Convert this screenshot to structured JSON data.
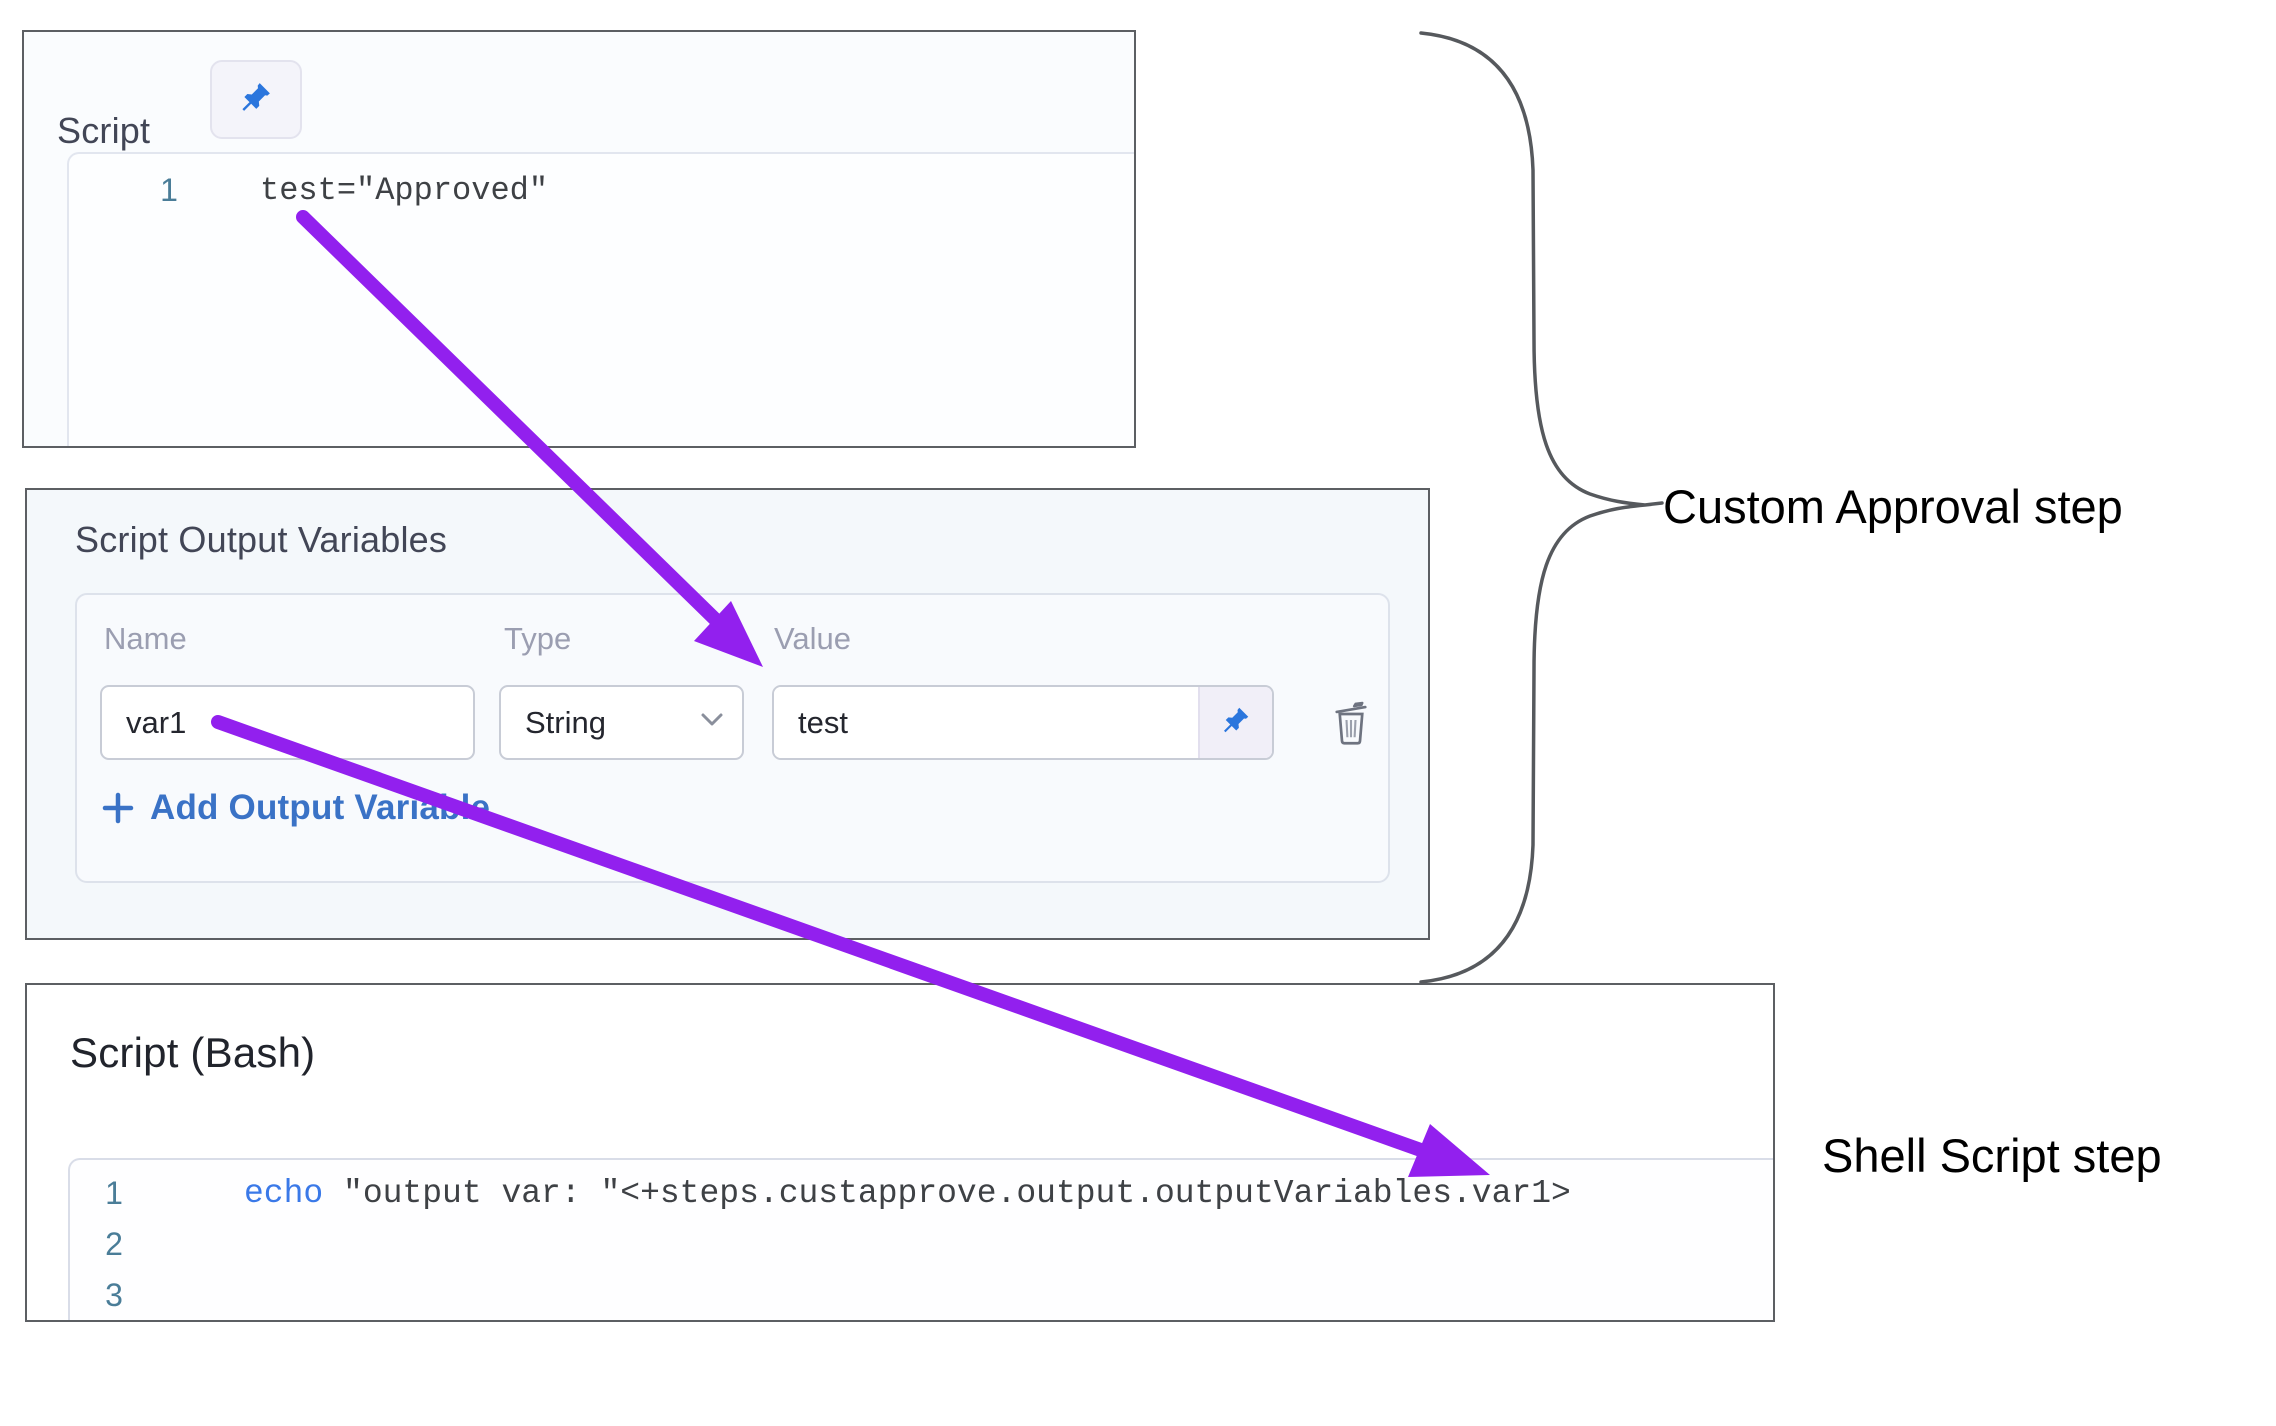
{
  "colors": {
    "panel_border": "#5c5f63",
    "accent_arrow_purple": "#9220ee",
    "pin_blue": "#2b76dd",
    "keyword_blue": "#3a79e8",
    "line_number_teal": "#4a7d98",
    "add_link_blue": "#3a72c6",
    "label_gray": "#9b9eb1",
    "brace_gray": "#56595d"
  },
  "icons": {
    "pin": "pushpin-icon",
    "trash": "trash-icon",
    "chevron": "chevron-down-icon",
    "plus": "plus-icon"
  },
  "script_panel": {
    "title": "Script",
    "line": {
      "number": "1",
      "code": "test=\"Approved\""
    }
  },
  "output_variables_panel": {
    "title": "Script Output Variables",
    "columns": {
      "name": "Name",
      "type": "Type",
      "value": "Value"
    },
    "row": {
      "name": "var1",
      "type": "String",
      "value": "test"
    },
    "add_button": {
      "label": "Add Output Variable"
    }
  },
  "bash_panel": {
    "title": "Script (Bash)",
    "lines": [
      {
        "number": "1",
        "keyword": "echo",
        "code": " \"output var: \"<+steps.custapprove.output.outputVariables.var1>"
      },
      {
        "number": "2",
        "keyword": "",
        "code": ""
      },
      {
        "number": "3",
        "keyword": "",
        "code": ""
      }
    ]
  },
  "annotations": {
    "custom_approval": "Custom Approval step",
    "shell_script": "Shell Script step"
  }
}
